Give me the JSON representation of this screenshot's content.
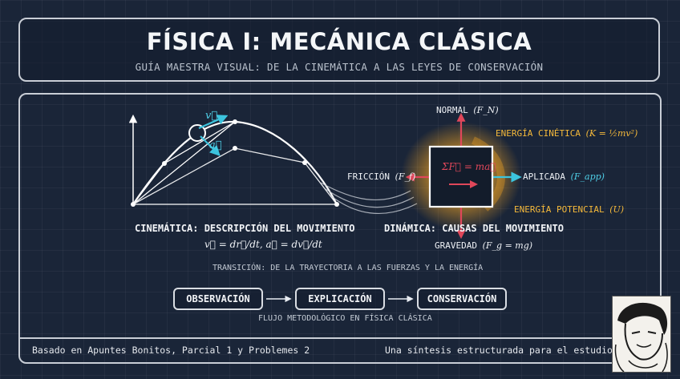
{
  "header": {
    "title": "FÍSICA I: MECÁNICA CLÁSICA",
    "subtitle": "GUÍA MAESTRA VISUAL: DE LA CINEMÁTICA A LAS LEYES DE CONSERVACIÓN"
  },
  "kinematics": {
    "velocity_symbol": "v⃗",
    "acceleration_symbol": "a⃗",
    "caption": "CINEMÁTICA: DESCRIPCIÓN DEL MOVIMIENTO",
    "formula_v": "v⃗ = dr⃗/dt",
    "formula_a": "a⃗ = dv⃗/dt"
  },
  "dynamics": {
    "normal_label": "NORMAL",
    "normal_symbol": "(F_N)",
    "friction_label": "FRICCIÓN",
    "friction_symbol": "(F_f)",
    "applied_label": "APLICADA",
    "applied_symbol": "(F_app)",
    "gravity_label": "GRAVEDAD",
    "gravity_symbol": "(F_g = mg)",
    "newton_law": "ΣF⃗ = ma⃗",
    "kinetic_label": "ENERGÍA CINÉTICA",
    "kinetic_symbol": "(K = ½mv²)",
    "potential_label": "ENERGÍA POTENCIAL",
    "potential_symbol": "(U)",
    "caption": "DINÁMICA: CAUSAS DEL MOVIMIENTO"
  },
  "transition_caption": "TRANSICIÓN: DE LA TRAYECTORIA A LAS FUERZAS Y LA ENERGÍA",
  "flow": {
    "steps": [
      "OBSERVACIÓN",
      "EXPLICACIÓN",
      "CONSERVACIÓN"
    ],
    "caption": "FLUJO METODOLÓGICO EN FÍSICA CLÁSICA"
  },
  "footer": {
    "left": "Basado en Apuntes Bonitos, Parcial 1 y Problemes 2",
    "right": "Una síntesis estructurada para el estudio de ing"
  },
  "colors": {
    "background": "#1a2538",
    "accent_cyan": "#3cc4de",
    "force_red": "#e0475a",
    "energy_orange": "#f5b93a"
  }
}
